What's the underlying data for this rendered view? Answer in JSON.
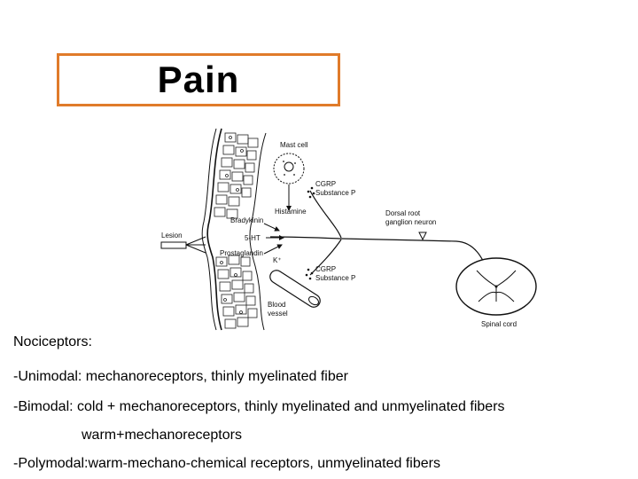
{
  "title": "Pain",
  "diagram": {
    "labels": {
      "mast_cell": "Mast cell",
      "cgrp_top": "CGRP",
      "substance_p_top": "Substance P",
      "histamine": "Histamine",
      "bradykinin": "Bradykinin",
      "lesion": "Lesion",
      "serotonin": "5-HT",
      "prostaglandin": "Prostaglandin",
      "potassium": "K⁺",
      "cgrp_bottom": "CGRP",
      "substance_p_bottom": "Substance P",
      "blood_vessel_1": "Blood",
      "blood_vessel_2": "vessel",
      "dorsal_root_1": "Dorsal root",
      "dorsal_root_2": "ganglion neuron",
      "spinal_cord": "Spinal cord"
    }
  },
  "text_lines": [
    "Nociceptors:",
    "-Unimodal: mechanoreceptors, thinly myelinated fiber",
    "-Bimodal: cold + mechanoreceptors, thinly  myelinated and unmyelinated fibers",
    "warm+mechanoreceptors",
    "-Polymodal:warm-mechano-chemical receptors, unmyelinated fibers"
  ]
}
